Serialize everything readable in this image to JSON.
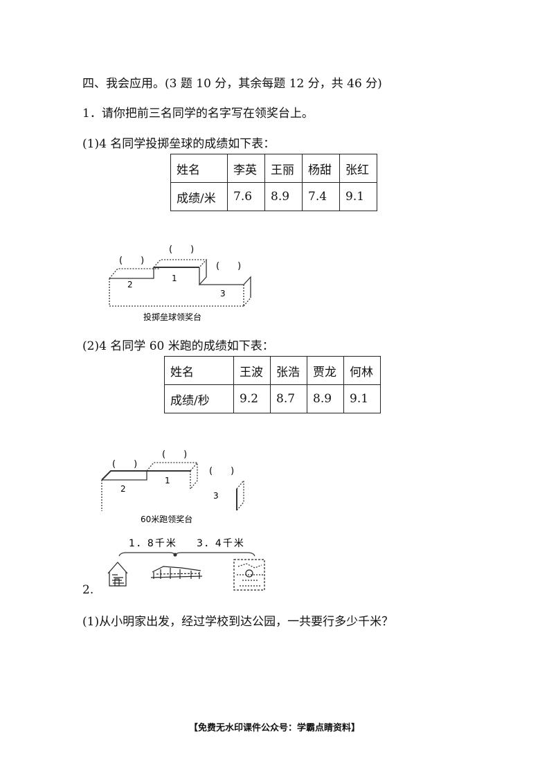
{
  "section_heading": "四、我会应用。(3 题 10 分，其余每题 12 分，共 46 分)",
  "q1": {
    "prompt": "1．请你把前三名同学的名字写在领奖台上。",
    "part1": {
      "intro": "(1)4 名同学投掷垒球的成绩如下表：",
      "header_label": "姓名",
      "names": [
        "李英",
        "王丽",
        "杨甜",
        "张红"
      ],
      "row_label": "成绩/米",
      "scores": [
        "7.6",
        "8.9",
        "7.4",
        "9.1"
      ],
      "podium": {
        "caption": "投掷垒球领奖台",
        "blank": "(　　)",
        "rank1": "1",
        "rank2": "2",
        "rank3": "3"
      }
    },
    "part2": {
      "intro": "(2)4 名同学 60 米跑的成绩如下表：",
      "header_label": "姓名",
      "names": [
        "王波",
        "张浩",
        "贾龙",
        "何林"
      ],
      "row_label": "成绩/秒",
      "scores": [
        "9.2",
        "8.7",
        "8.9",
        "9.1"
      ],
      "podium": {
        "caption": "60米跑领奖台",
        "blank": "(　　)",
        "rank1": "1",
        "rank2": "2",
        "rank3": "3"
      }
    }
  },
  "q2": {
    "number": "2.",
    "distance_left": "1．8千米",
    "distance_right": "3．4千米",
    "icons": [
      "house-icon",
      "school-icon",
      "park-icon"
    ],
    "part1": "(1)从小明家出发，经过学校到达公园，一共要行多少千米？"
  },
  "footer": "【免费无水印课件公众号：学霸点睛资料】"
}
